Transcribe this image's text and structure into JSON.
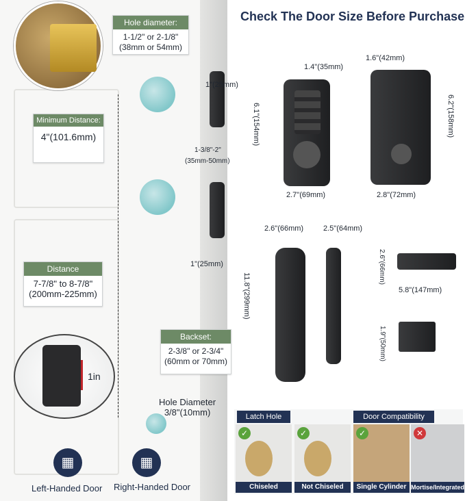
{
  "title": "Check The Door Size Before Purchase",
  "hole_diameter": {
    "head": "Hole diameter:",
    "line1": "1-1/2\" or 2-1/8\"",
    "line2": "(38mm or 54mm)"
  },
  "minimum_distance": {
    "head": "Minimum Distance:",
    "value": "4\"(101.6mm)"
  },
  "distance": {
    "head": "Distance",
    "line1": "7-7/8\" to 8-7/8\"",
    "line2": "(200mm-225mm)"
  },
  "backset": {
    "head": "Backset:",
    "line1": "2-3/8\" or 2-3/4\"",
    "line2": "(60mm or 70mm)"
  },
  "small_hole": {
    "line1": "Hole Diameter",
    "line2": "3/8\"(10mm)"
  },
  "latch_dims": {
    "top": "1\"(25mm)",
    "thickness": "1-3/8\"-2\"",
    "thickness_mm": "(35mm-50mm)",
    "bottom": "1\"(25mm)"
  },
  "spring_label": "1in",
  "keypad_dims": {
    "width_top": "1.4\"(35mm)",
    "height": "6.1\"(154mm)",
    "width": "2.7\"(69mm)"
  },
  "back_dims": {
    "width_top": "1.6\"(42mm)",
    "height": "6.2\"(158mm)",
    "width": "2.8\"(72mm)"
  },
  "handle_dims": {
    "width_front": "2.6\"(66mm)",
    "width_side": "2.5\"(64mm)",
    "height": "11.8\"(299mm)"
  },
  "lever_dims": {
    "height": "2.6\"(66mm)",
    "length": "5.8\"(147mm)",
    "depth": "1.9\"(50mm)"
  },
  "handed": {
    "left": "Left-Handed Door",
    "right": "Right-Handed Door"
  },
  "latch_hole": {
    "tag": "Latch Hole",
    "a": "Chiseled",
    "b": "Not Chiseled"
  },
  "door_compat": {
    "tag": "Door Compatibility",
    "a": "Single Cylinder",
    "b": "Mortise/Integrated"
  },
  "colors": {
    "navy": "#223254",
    "green_head": "#6d8a66",
    "teal_circle": "#6dbfc2",
    "check_green": "#5aa33c",
    "cross_red": "#d0393b"
  }
}
